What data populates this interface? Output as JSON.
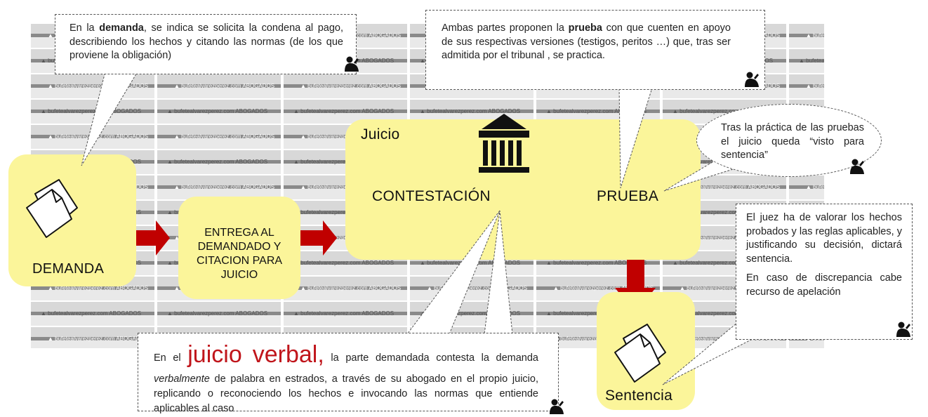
{
  "watermark": {
    "brand": "bufetealvarezperez.com",
    "tag": "ABOGADOS"
  },
  "boxes": {
    "demanda": "DEMANDA",
    "entrega": "ENTREGA AL DEMANDADO Y CITACION PARA JUICIO",
    "juicio_title": "Juicio",
    "contestacion": "CONTESTACIÓN",
    "prueba": "PRUEBA",
    "sentencia": "Sentencia"
  },
  "callouts": {
    "demanda": {
      "pre": "En la ",
      "bold": "demanda",
      "post": ", se indica se solicita la condena al pago, describiendo los hechos y citando las normas (de los que proviene la obligación)"
    },
    "prueba": {
      "pre": "Ambas partes proponen la ",
      "bold": "prueba",
      "post": " con que cuenten en apoyo de sus respectivas versiones (testigos, peritos …) que, tras ser admitida por el tribunal , se practica."
    },
    "visto": "Tras la práctica de las pruebas el juicio queda “visto para sentencia”",
    "juez_1": "El juez ha de valorar los hechos probados y las reglas aplicables, y justificando su decisión, dictará sentencia.",
    "juez_2": "En caso de discrepancia cabe recurso de apelación",
    "verbal": {
      "pre": "En el ",
      "big": "juicio verbal,",
      "mid": " la parte demandada  contesta la demanda ",
      "ital": "verbalmente",
      "post": " de palabra en estrados, a través de su abogado en el propio juicio, replicando o reconociendo los hechos  e invocando las normas que entiende aplicables al caso"
    }
  },
  "colors": {
    "box": "#fbf59a",
    "arrow": "#c00000",
    "accent_text": "#c0151b"
  }
}
